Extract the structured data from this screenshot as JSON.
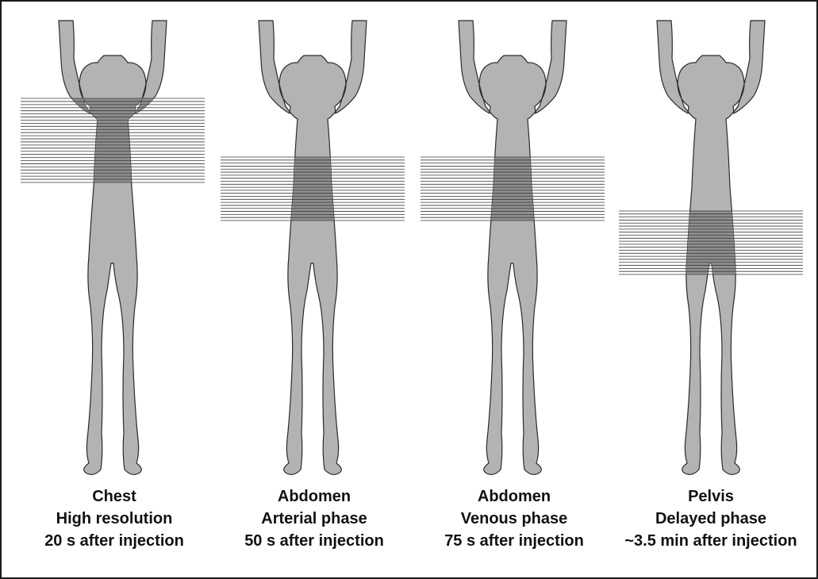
{
  "colors": {
    "body_fill": "#b3b3b3",
    "body_outline": "#2b2b2b",
    "scan_band_tint": "#8e8e8e",
    "scan_line": "#3a3a3a",
    "text": "#111111",
    "border": "#1a1a1a"
  },
  "panels": [
    {
      "region": "Chest",
      "detail": "High resolution",
      "timing": "20 s after injection",
      "scan_zone": "chest",
      "scan_line_count": 28
    },
    {
      "region": "Abdomen",
      "detail": "Arterial phase",
      "timing": "50 s after injection",
      "scan_zone": "abdomen",
      "scan_line_count": 22
    },
    {
      "region": "Abdomen",
      "detail": "Venous phase",
      "timing": "75 s after injection",
      "scan_zone": "abdomen",
      "scan_line_count": 22
    },
    {
      "region": "Pelvis",
      "detail": "Delayed phase",
      "timing": "~3.5 min after injection",
      "scan_zone": "pelvis",
      "scan_line_count": 22
    }
  ]
}
